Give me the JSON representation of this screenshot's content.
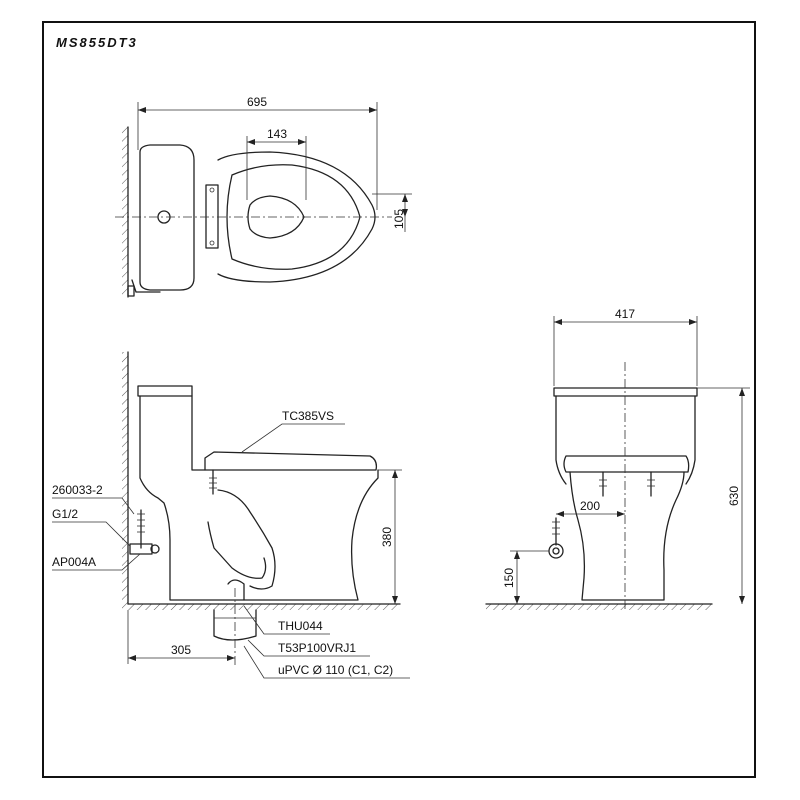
{
  "title": "MS855DT3",
  "top_view": {
    "overall_length": "695",
    "seat_opening": "143",
    "outlet_offset": "105"
  },
  "side_view": {
    "seat_label": "TC385VS",
    "valve_label": "260033-2",
    "thread_label": "G1/2",
    "adapter_label": "AP004A",
    "bowl_height": "380",
    "wall_distance": "305",
    "flange_label": "THU044",
    "outlet_label": "T53P100VRJ1",
    "pipe_label": "uPVC Ø 110 (C1, C2)"
  },
  "front_view": {
    "width": "417",
    "total_height": "630",
    "inlet_offset": "200",
    "inlet_height": "150"
  },
  "colors": {
    "line": "#222222",
    "frame": "#111111",
    "background": "#ffffff"
  }
}
